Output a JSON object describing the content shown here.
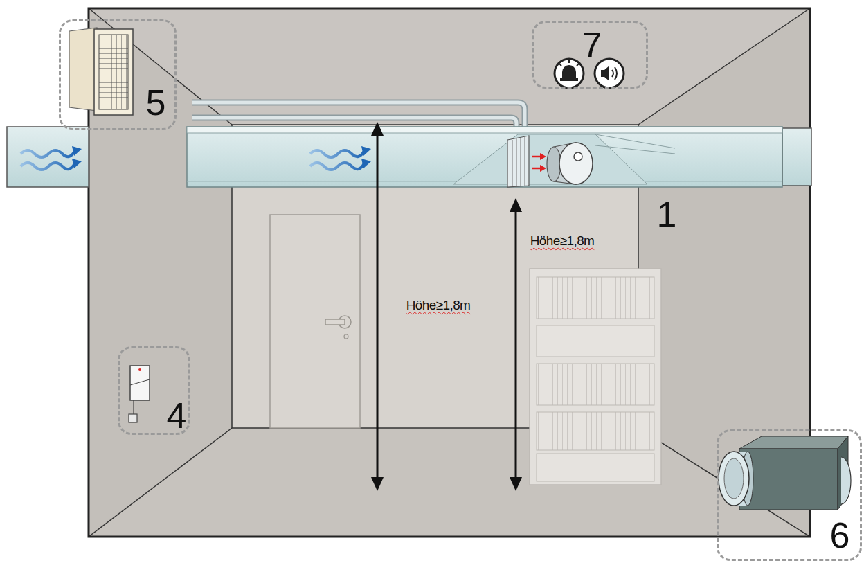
{
  "diagram": {
    "nodes": [
      {
        "text": [
          "5"
        ]
      },
      {
        "text": [
          "7"
        ]
      },
      {
        "text": [
          "4"
        ]
      },
      {
        "text": [
          "6"
        ]
      }
    ],
    "labels": [
      "1",
      "Höhe≥1,8m",
      "Höhe≥1,8m"
    ]
  }
}
